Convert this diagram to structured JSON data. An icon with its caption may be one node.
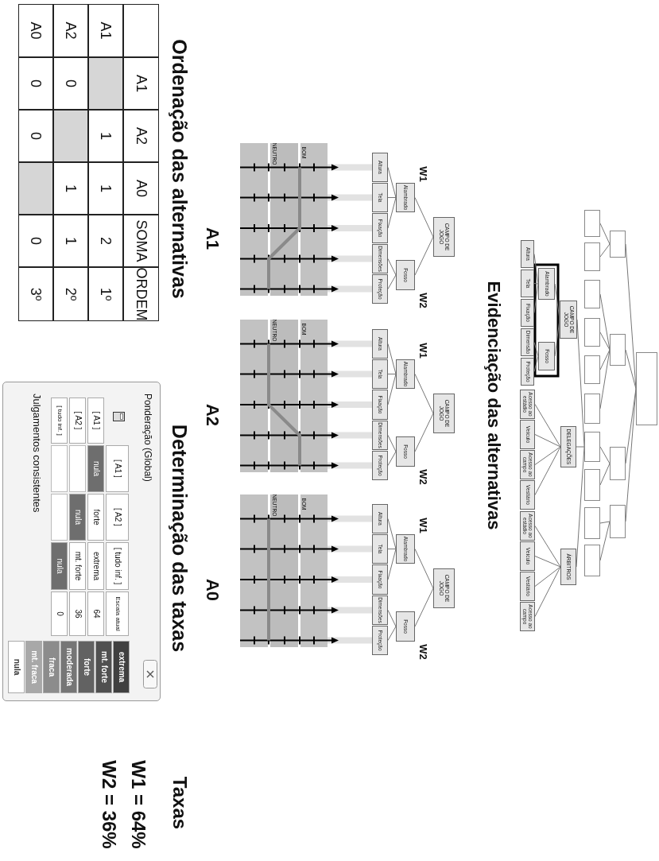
{
  "diagram": {
    "nodes": [
      {
        "text": [],
        "shape": "box"
      },
      {
        "text": [],
        "shape": "box"
      },
      {
        "text": [],
        "shape": "box"
      },
      {
        "text": [],
        "shape": "box"
      },
      {
        "text": [],
        "shape": "box"
      },
      {
        "text": [],
        "shape": "box"
      },
      {
        "text": [],
        "shape": "box"
      },
      {
        "text": [],
        "shape": "box"
      },
      {
        "text": [],
        "shape": "box"
      },
      {
        "text": [],
        "shape": "box"
      },
      {
        "text": [],
        "shape": "box"
      },
      {
        "text": [],
        "shape": "box"
      },
      {
        "text": [],
        "shape": "box"
      },
      {
        "text": [],
        "shape": "box"
      },
      {
        "text": [],
        "shape": "box"
      },
      {
        "text": [
          "CAMPO DE JOGO"
        ]
      },
      {
        "text": [
          "DELEGAÇÕES"
        ]
      },
      {
        "text": [
          "ÁRBITROS"
        ]
      },
      {
        "text": [
          "Alambrado"
        ]
      },
      {
        "text": [
          "Fosso"
        ]
      },
      {
        "text": [
          "Altura"
        ]
      },
      {
        "text": [
          "Tela"
        ]
      },
      {
        "text": [
          "Fixação"
        ]
      },
      {
        "text": [
          "Dimensão"
        ]
      },
      {
        "text": [
          "Proteção"
        ]
      },
      {
        "text": [
          "Acesso ao estádio"
        ]
      },
      {
        "text": [
          "Veículo"
        ]
      },
      {
        "text": [
          "Acesso ao campo"
        ]
      },
      {
        "text": [
          "Vestiário"
        ]
      },
      {
        "text": [
          "Acesso ao estádio"
        ]
      },
      {
        "text": [
          "Veículo"
        ]
      },
      {
        "text": [
          "Vestiário"
        ]
      },
      {
        "text": [
          "Acesso ao campo"
        ]
      },
      {
        "text": [
          "CAMPO DE JOGO"
        ]
      },
      {
        "text": [
          "Alambrado"
        ],
        "beside": [
          "W1"
        ]
      },
      {
        "text": [
          "Fosso"
        ],
        "beside": [
          "W2"
        ]
      },
      {
        "text": [
          "Altura"
        ]
      },
      {
        "text": [
          "Tela"
        ]
      },
      {
        "text": [
          "Fixação"
        ]
      },
      {
        "text": [
          "Dimensões"
        ]
      },
      {
        "text": [
          "Proteção"
        ]
      },
      {
        "text": [
          "CAMPO DE JOGO"
        ]
      },
      {
        "text": [
          "Alambrado"
        ],
        "beside": [
          "W1"
        ]
      },
      {
        "text": [
          "Fosso"
        ],
        "beside": [
          "W2"
        ]
      },
      {
        "text": [
          "Altura"
        ]
      },
      {
        "text": [
          "Tela"
        ]
      },
      {
        "text": [
          "Fixação"
        ]
      },
      {
        "text": [
          "Dimensões"
        ]
      },
      {
        "text": [
          "Proteção"
        ]
      },
      {
        "text": [
          "CAMPO DE JOGO"
        ]
      },
      {
        "text": [
          "Alambrado"
        ],
        "beside": [
          "W1"
        ]
      },
      {
        "text": [
          "Fosso"
        ],
        "beside": [
          "W2"
        ]
      },
      {
        "text": [
          "Altura"
        ]
      },
      {
        "text": [
          "Tela"
        ]
      },
      {
        "text": [
          "Fixação"
        ]
      },
      {
        "text": [
          "Dimensões"
        ]
      },
      {
        "text": [
          "Proteção"
        ]
      }
    ],
    "edges": [
      {
        "from": 0,
        "to": 1,
        "arrow": "none"
      },
      {
        "from": 0,
        "to": 2,
        "arrow": "none"
      },
      {
        "from": 0,
        "to": 3,
        "arrow": "none"
      },
      {
        "from": 0,
        "to": 4,
        "arrow": "none"
      },
      {
        "from": 1,
        "to": 5,
        "arrow": "none"
      },
      {
        "from": 1,
        "to": 6,
        "arrow": "none"
      },
      {
        "from": 2,
        "to": 7,
        "arrow": "none"
      },
      {
        "from": 2,
        "to": 8,
        "arrow": "none"
      },
      {
        "from": 2,
        "to": 9,
        "arrow": "none"
      },
      {
        "from": 2,
        "to": 10,
        "arrow": "none"
      },
      {
        "from": 3,
        "to": 11,
        "arrow": "none"
      },
      {
        "from": 3,
        "to": 12,
        "arrow": "none"
      },
      {
        "from": 4,
        "to": 13,
        "arrow": "none"
      },
      {
        "from": 4,
        "to": 14,
        "arrow": "none"
      },
      {
        "from": 11,
        "to": 15,
        "arrow": "none"
      },
      {
        "from": 11,
        "to": 16,
        "arrow": "none"
      },
      {
        "from": 11,
        "to": 17,
        "arrow": "none"
      },
      {
        "from": 15,
        "to": 18,
        "arrow": "none"
      },
      {
        "from": 15,
        "to": 19,
        "arrow": "none"
      },
      {
        "from": 18,
        "to": 20,
        "arrow": "none"
      },
      {
        "from": 18,
        "to": 21,
        "arrow": "none"
      },
      {
        "from": 18,
        "to": 22,
        "arrow": "none"
      },
      {
        "from": 19,
        "to": 23,
        "arrow": "none"
      },
      {
        "from": 19,
        "to": 24,
        "arrow": "none"
      },
      {
        "from": 16,
        "to": 25,
        "arrow": "none"
      },
      {
        "from": 16,
        "to": 26,
        "arrow": "none"
      },
      {
        "from": 16,
        "to": 27,
        "arrow": "none"
      },
      {
        "from": 16,
        "to": 28,
        "arrow": "none"
      },
      {
        "from": 17,
        "to": 29,
        "arrow": "none"
      },
      {
        "from": 17,
        "to": 30,
        "arrow": "none"
      },
      {
        "from": 17,
        "to": 31,
        "arrow": "none"
      },
      {
        "from": 17,
        "to": 32,
        "arrow": "none"
      },
      {
        "from": 33,
        "to": 34,
        "arrow": "none"
      },
      {
        "from": 33,
        "to": 35,
        "arrow": "none"
      },
      {
        "from": 34,
        "to": 36,
        "arrow": "none"
      },
      {
        "from": 34,
        "to": 37,
        "arrow": "none"
      },
      {
        "from": 34,
        "to": 38,
        "arrow": "none"
      },
      {
        "from": 35,
        "to": 39,
        "arrow": "none"
      },
      {
        "from": 35,
        "to": 40,
        "arrow": "none"
      },
      {
        "from": 41,
        "to": 42,
        "arrow": "none"
      },
      {
        "from": 41,
        "to": 43,
        "arrow": "none"
      },
      {
        "from": 42,
        "to": 44,
        "arrow": "none"
      },
      {
        "from": 42,
        "to": 45,
        "arrow": "none"
      },
      {
        "from": 42,
        "to": 46,
        "arrow": "none"
      },
      {
        "from": 43,
        "to": 47,
        "arrow": "none"
      },
      {
        "from": 43,
        "to": 48,
        "arrow": "none"
      },
      {
        "from": 49,
        "to": 50,
        "arrow": "none"
      },
      {
        "from": 49,
        "to": 51,
        "arrow": "none"
      },
      {
        "from": 50,
        "to": 52,
        "arrow": "none"
      },
      {
        "from": 50,
        "to": 53,
        "arrow": "none"
      },
      {
        "from": 50,
        "to": 54,
        "arrow": "none"
      },
      {
        "from": 51,
        "to": 55,
        "arrow": "none"
      },
      {
        "from": 51,
        "to": 56,
        "arrow": "none"
      }
    ],
    "labels": [
      "Evidenciação das alternativas",
      "A1",
      "BOM",
      "NEUTRO",
      "A2",
      "BOM",
      "NEUTRO",
      "A0",
      "BOM",
      "NEUTRO",
      "Determinação das taxas",
      "Ordenação das alternativas",
      "A1",
      "A2",
      "A0",
      "SOMA",
      "ORDEM",
      "A1",
      "1",
      "1",
      "2",
      "1º",
      "A2",
      "0",
      "1",
      "1",
      "2º",
      "A0",
      "0",
      "0",
      "0",
      "3º",
      "Ponderação (Global)",
      "[ A1 ]",
      "[ A2 ]",
      "[ tudo inf. ]",
      "Escala atual",
      "[ A1 ]",
      "nula",
      "forte",
      "extrema",
      "64",
      "[ A2 ]",
      "nula",
      "mt. forte",
      "36",
      "[ tudo inf. ]",
      "nula",
      "0",
      "Julgamentos consistentes",
      "extrema",
      "mt. forte",
      "forte",
      "moderada",
      "fraca",
      "mt. fraca",
      "nula",
      "Taxas",
      "W1 = 64%",
      "W2 = 36%"
    ]
  }
}
